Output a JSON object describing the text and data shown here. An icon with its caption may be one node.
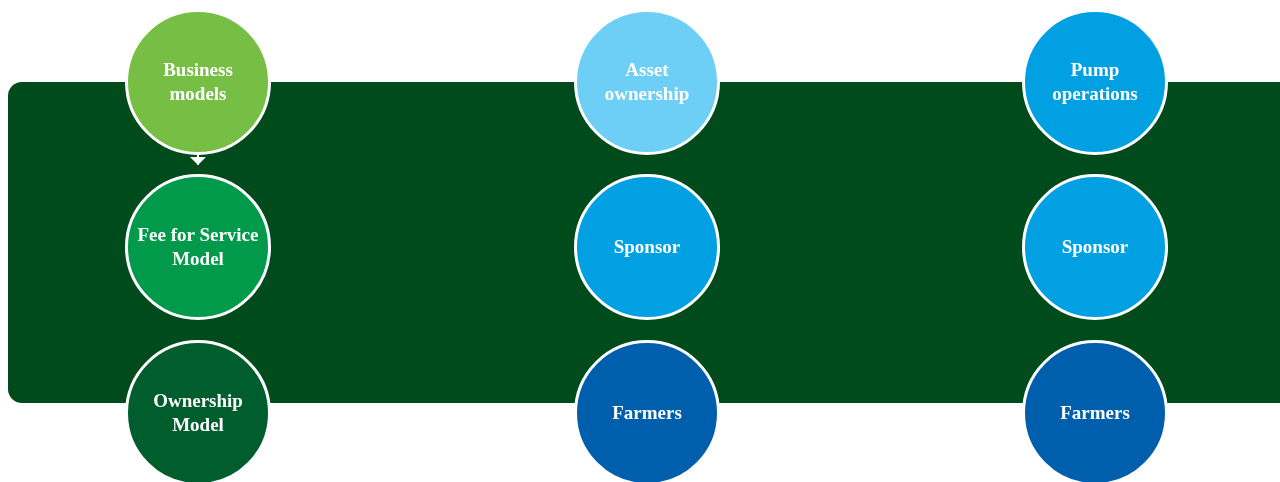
{
  "diagram": {
    "nodes": [
      {
        "text": [
          "Business models"
        ]
      },
      {
        "text": [
          "Fee for Service Model"
        ]
      },
      {
        "text": [
          "Ownership Model"
        ]
      },
      {
        "text": [
          "Asset ownership"
        ]
      },
      {
        "text": [
          "Sponsor"
        ]
      },
      {
        "text": [
          "Farmers"
        ]
      },
      {
        "text": [
          "Pump operations"
        ]
      },
      {
        "text": [
          "Sponsor"
        ]
      },
      {
        "text": [
          "Farmers"
        ]
      }
    ],
    "edges": [
      {
        "from": 0,
        "to": 1,
        "arrow": "to"
      }
    ]
  }
}
